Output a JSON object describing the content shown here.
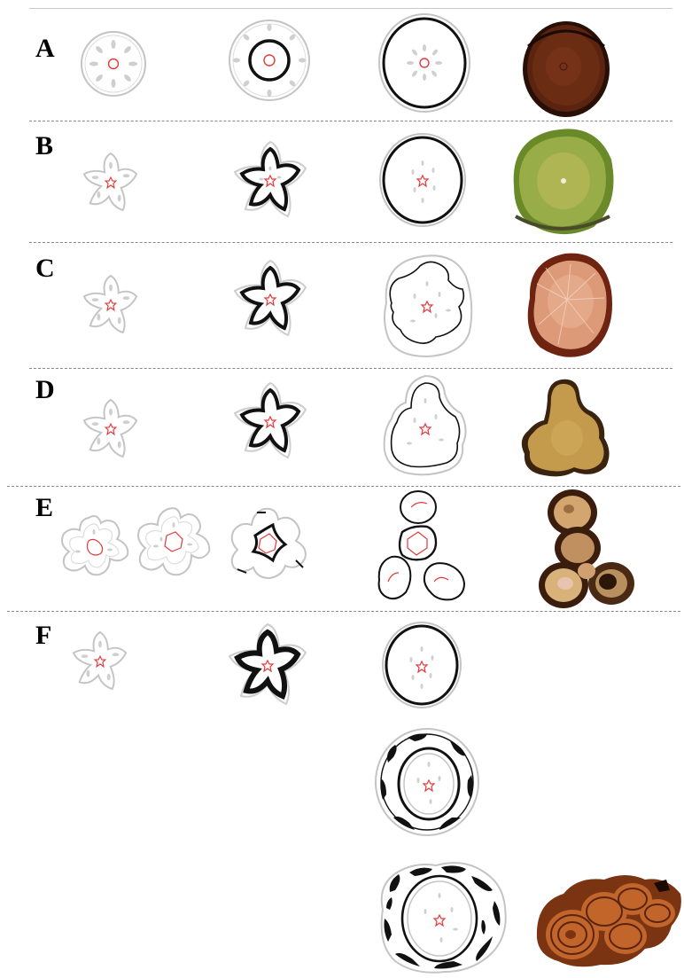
{
  "figure": {
    "rows": [
      {
        "label": "A"
      },
      {
        "label": "B"
      },
      {
        "label": "C"
      },
      {
        "label": "D"
      },
      {
        "label": "E"
      },
      {
        "label": "F"
      }
    ]
  },
  "colors": {
    "gray_outline": "#c4c4c4",
    "gray_fill": "#cfcfcf",
    "black_ring": "#111111",
    "red_pith": "#e23a3a",
    "photo_dark_wood": "#5a2410",
    "photo_green_wood": "#8aa33a",
    "photo_light_wood": "#d89070",
    "photo_yellow_wood": "#c49a4c",
    "photo_knot_dark": "#4a2a14",
    "photo_knot_light": "#d9b27a",
    "photo_burl": "#b85a24"
  }
}
